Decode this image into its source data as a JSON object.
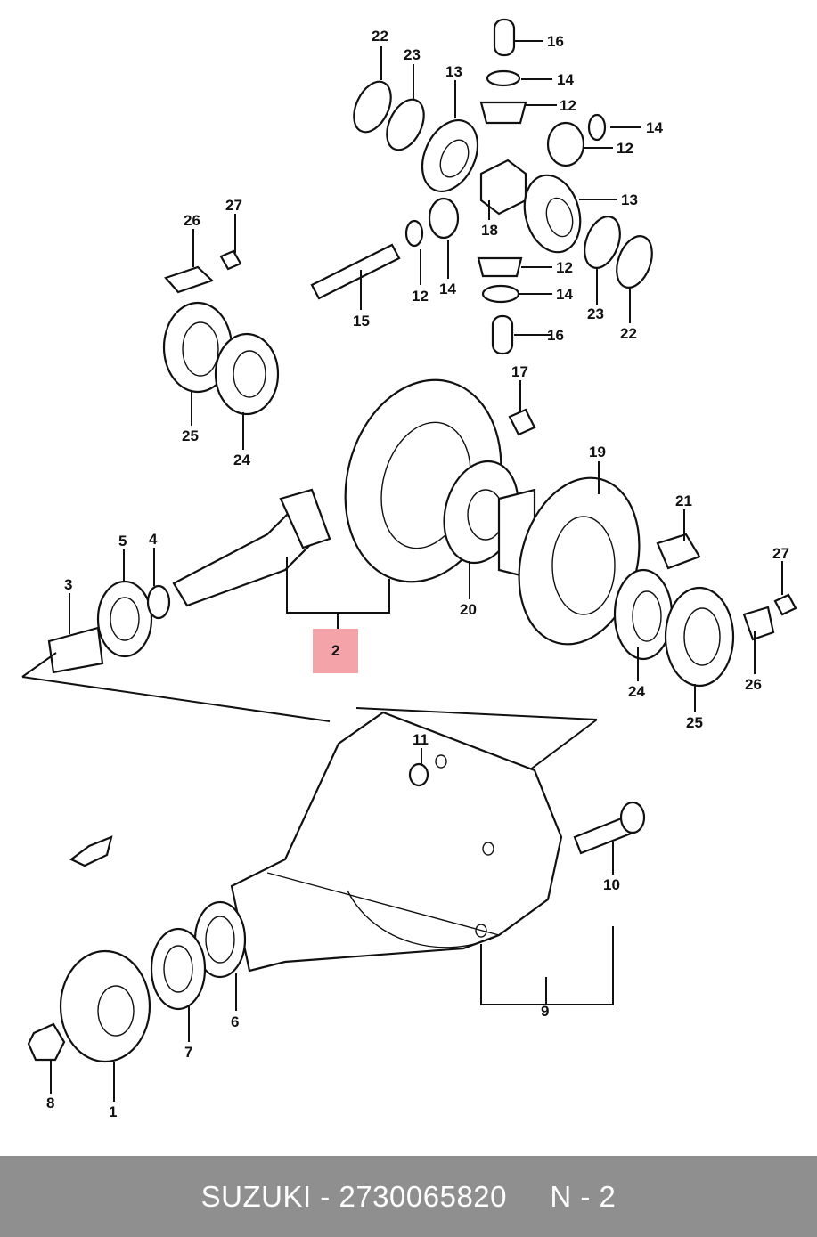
{
  "footer": {
    "brand": "SUZUKI",
    "separator": " - ",
    "part_number": "2730065820",
    "gap": "     ",
    "ref": "N - 2"
  },
  "highlight_color": "#f4a3a8",
  "callouts": [
    {
      "id": "c22a",
      "text": "22"
    },
    {
      "id": "c23a",
      "text": "23"
    },
    {
      "id": "c13a",
      "text": "13"
    },
    {
      "id": "c16a",
      "text": "16"
    },
    {
      "id": "c14a",
      "text": "14"
    },
    {
      "id": "c12a",
      "text": "12"
    },
    {
      "id": "c14b",
      "text": "14"
    },
    {
      "id": "c12b",
      "text": "12"
    },
    {
      "id": "c13b",
      "text": "13"
    },
    {
      "id": "c18",
      "text": "18"
    },
    {
      "id": "c12c",
      "text": "12"
    },
    {
      "id": "c14c",
      "text": "14"
    },
    {
      "id": "c12d",
      "text": "12"
    },
    {
      "id": "c14d",
      "text": "14"
    },
    {
      "id": "c15",
      "text": "15"
    },
    {
      "id": "c16b",
      "text": "16"
    },
    {
      "id": "c23b",
      "text": "23"
    },
    {
      "id": "c22b",
      "text": "22"
    },
    {
      "id": "c26a",
      "text": "26"
    },
    {
      "id": "c27a",
      "text": "27"
    },
    {
      "id": "c25a",
      "text": "25"
    },
    {
      "id": "c24a",
      "text": "24"
    },
    {
      "id": "c17",
      "text": "17"
    },
    {
      "id": "c19",
      "text": "19"
    },
    {
      "id": "c21",
      "text": "21"
    },
    {
      "id": "c27b",
      "text": "27"
    },
    {
      "id": "c5",
      "text": "5"
    },
    {
      "id": "c4",
      "text": "4"
    },
    {
      "id": "c3",
      "text": "3"
    },
    {
      "id": "c2",
      "text": "2"
    },
    {
      "id": "c20",
      "text": "20"
    },
    {
      "id": "c24b",
      "text": "24"
    },
    {
      "id": "c25b",
      "text": "25"
    },
    {
      "id": "c26b",
      "text": "26"
    },
    {
      "id": "c11",
      "text": "11"
    },
    {
      "id": "c10",
      "text": "10"
    },
    {
      "id": "c9",
      "text": "9"
    },
    {
      "id": "c6",
      "text": "6"
    },
    {
      "id": "c7",
      "text": "7"
    },
    {
      "id": "c8",
      "text": "8"
    },
    {
      "id": "c1",
      "text": "1"
    }
  ]
}
